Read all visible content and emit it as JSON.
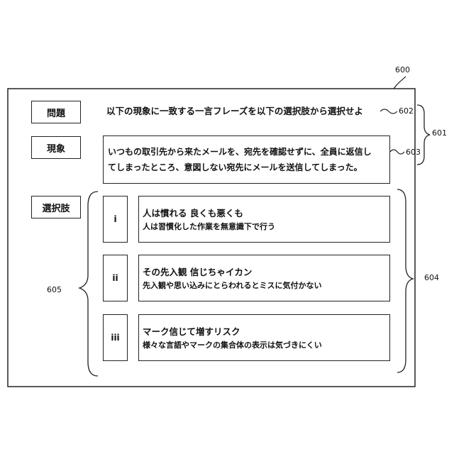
{
  "figure_number": "600",
  "labels": {
    "question": "問題",
    "phenomenon": "現象",
    "choices": "選択肢"
  },
  "question_text": "以下の現象に一致する一言フレーズを以下の選択肢から選択せよ",
  "phenomenon_text": {
    "line1": "いつもの取引先から来たメールを、宛先を確認せずに、全員に返信し",
    "line2": "てしまったところ、意図しない宛先にメールを送信してしまった。"
  },
  "options": [
    {
      "index": "i",
      "title": "人は慣れる 良くも悪くも",
      "desc": "人は習慣化した作業を無意識下で行う"
    },
    {
      "index": "ii",
      "title": "その先入観 信じちゃイカン",
      "desc": "先入観や思い込みにとらわれるとミスに気付かない"
    },
    {
      "index": "iii",
      "title": "マーク信じて増すリスク",
      "desc": "様々な言語やマークの集合体の表示は気づきにくい"
    }
  ],
  "refs": {
    "r601": "601",
    "r602": "602",
    "r603": "603",
    "r604": "604",
    "r605": "605"
  }
}
